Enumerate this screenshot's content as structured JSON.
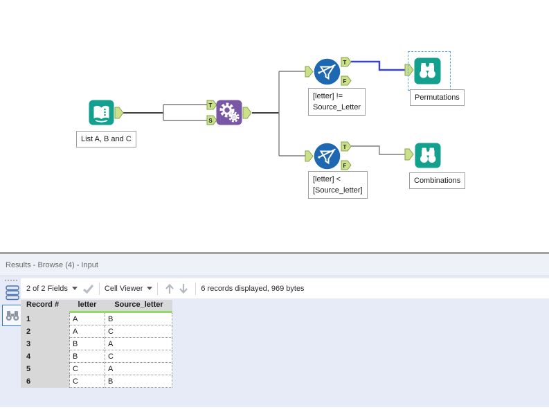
{
  "colors": {
    "tool_teal": "#13a08e",
    "tool_purple": "#7a57a5",
    "filter_blue": "#1d68b0",
    "anchor_green": "#cbe08b",
    "wire_selected_blue": "#3a42c8",
    "selection_dash_blue": "#54a7dc",
    "string_type_green": "#92d968",
    "panel_bg": "#e7ebf7"
  },
  "canvas": {
    "input_label": "List A, B and C",
    "filter1_label": "[letter] !=\nSource_Letter",
    "filter2_label": "[letter] <\n[Source_letter]",
    "browse1_label": "Permutations",
    "browse2_label": "Combinations",
    "anchors": {
      "t": "T",
      "s": "S",
      "f": "F"
    }
  },
  "results": {
    "title": "Results - Browse (4) - Input",
    "toolbar": {
      "fields": "2 of 2 Fields",
      "cell_viewer": "Cell Viewer",
      "records": "6 records displayed, 969 bytes"
    },
    "table": {
      "columns": [
        "Record #",
        "letter",
        "Source_letter"
      ],
      "rows": [
        [
          "1",
          "A",
          "B"
        ],
        [
          "2",
          "A",
          "C"
        ],
        [
          "3",
          "B",
          "A"
        ],
        [
          "4",
          "B",
          "C"
        ],
        [
          "5",
          "C",
          "A"
        ],
        [
          "6",
          "C",
          "B"
        ]
      ]
    }
  }
}
